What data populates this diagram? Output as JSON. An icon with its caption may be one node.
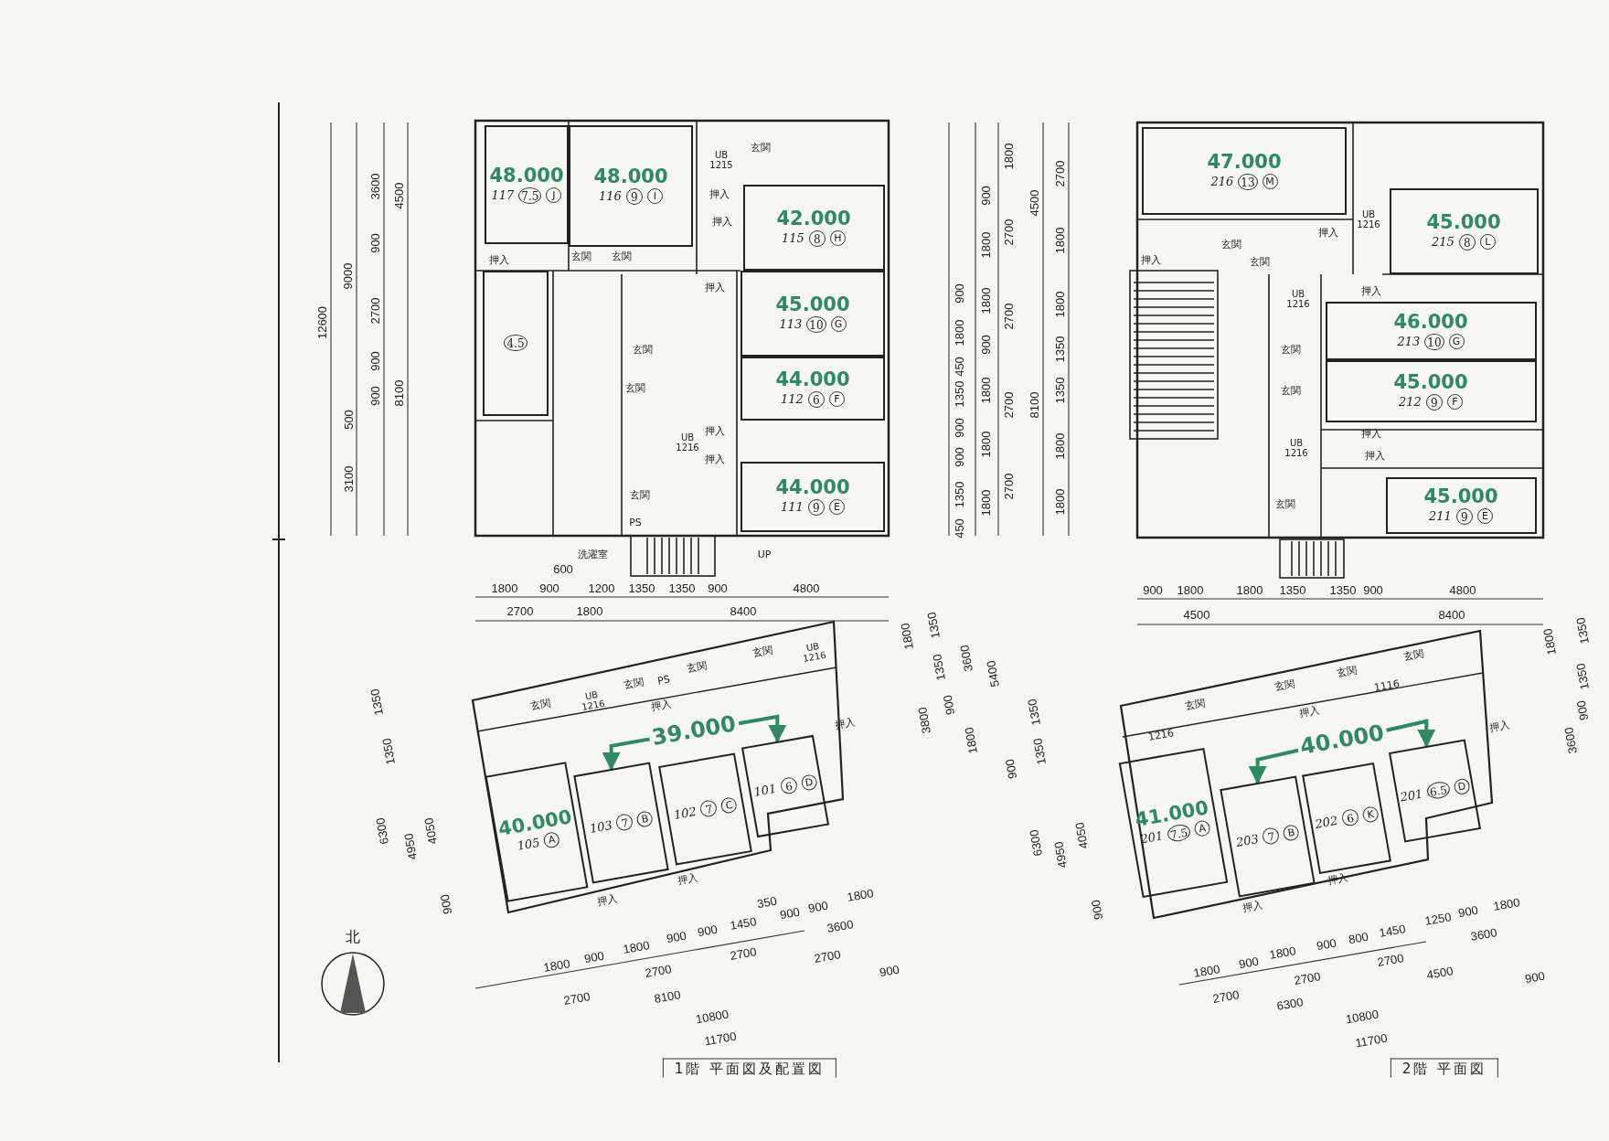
{
  "diagram": {
    "nodes": [
      {
        "text": [
          "48.000",
          "117",
          "7.5",
          "J"
        ]
      },
      {
        "text": [
          "4.5"
        ]
      },
      {
        "text": [
          "48.000",
          "116",
          "9",
          "I"
        ]
      },
      {
        "text": [
          "42.000",
          "115",
          "8",
          "H"
        ]
      },
      {
        "text": [
          "45.000",
          "113",
          "10",
          "G"
        ]
      },
      {
        "text": [
          "44.000",
          "112",
          "6",
          "F"
        ]
      },
      {
        "text": [
          "44.000",
          "111",
          "9",
          "E"
        ]
      },
      {
        "text": [
          "47.000",
          "216",
          "13",
          "M"
        ]
      },
      {
        "text": [
          "45.000",
          "215",
          "8",
          "L"
        ]
      },
      {
        "text": [
          "46.000",
          "213",
          "10",
          "G"
        ]
      },
      {
        "text": [
          "45.000",
          "212",
          "9",
          "F"
        ]
      },
      {
        "text": [
          "45.000",
          "211",
          "9",
          "E"
        ]
      },
      {
        "text": [
          "40.000",
          "105",
          "A"
        ]
      },
      {
        "text": [
          "103",
          "7",
          "B"
        ]
      },
      {
        "text": [
          "102",
          "7",
          "C"
        ]
      },
      {
        "text": [
          "101",
          "6",
          "D"
        ]
      },
      {
        "text": [
          "41.000",
          "201",
          "7.5",
          "A"
        ]
      },
      {
        "text": [
          "203",
          "7",
          "B"
        ]
      },
      {
        "text": [
          "202",
          "6",
          "K"
        ]
      },
      {
        "text": [
          "201",
          "6.5",
          "D"
        ]
      }
    ],
    "labels": [
      "12600",
      "9000",
      "500",
      "3100",
      "3600",
      "900",
      "2700",
      "900",
      "900",
      "4500",
      "8100",
      "1800",
      "900",
      "600",
      "1200",
      "1350",
      "1350",
      "900",
      "4800",
      "2700",
      "1800",
      "8400",
      "900",
      "1800",
      "450",
      "1350",
      "900",
      "900",
      "1350",
      "450",
      "900",
      "1800",
      "1800",
      "900",
      "1800",
      "1800",
      "1800",
      "1800",
      "2700",
      "2700",
      "2700",
      "2700",
      "4500",
      "8100",
      "2700",
      "1800",
      "1800",
      "1350",
      "1350",
      "1800",
      "1800",
      "900",
      "1800",
      "1800",
      "1350",
      "1350",
      "900",
      "4800",
      "4500",
      "8400",
      "UB 1215",
      "玄関",
      "押入",
      "押入",
      "押入",
      "玄関",
      "玄関",
      "押入",
      "玄関",
      "玄関",
      "UB 1216",
      "押入",
      "押入",
      "玄関",
      "PS",
      "洗濯室",
      "UP",
      "UB 1216",
      "UB 1216",
      "UB 1216",
      "押入",
      "玄関",
      "玄関",
      "押入",
      "押入",
      "玄関",
      "玄関",
      "押入",
      "押入",
      "玄関",
      "1350",
      "1350",
      "6300",
      "4950",
      "4050",
      "900",
      "1800",
      "1350",
      "1350",
      "3600",
      "5400",
      "900",
      "3800",
      "1800",
      "350",
      "900",
      "900",
      "1800",
      "1800",
      "900",
      "1800",
      "900",
      "900",
      "1450",
      "3600",
      "2700",
      "2700",
      "2700",
      "900",
      "2700",
      "8100",
      "10800",
      "11700",
      "UB 1216",
      "玄関",
      "玄関",
      "PS",
      "玄関",
      "玄関",
      "UB 1216",
      "押入",
      "押入",
      "押入",
      "押入",
      "1350",
      "1350",
      "6300",
      "4950",
      "4050",
      "900",
      "900",
      "1800",
      "1350",
      "1350",
      "900",
      "3600",
      "1250",
      "900",
      "1800",
      "1800",
      "900",
      "1800",
      "900",
      "800",
      "1450",
      "3600",
      "2700",
      "2700",
      "2700",
      "4500",
      "900",
      "6300",
      "10800",
      "11700",
      "1216",
      "玄関",
      "玄関",
      "押入",
      "玄関",
      "1116",
      "玄関",
      "押入",
      "押入",
      "押入",
      "北",
      "1階 平面図及配置図",
      "2階 平面図"
    ],
    "edges": [
      {
        "from": 13,
        "to": 15,
        "arrow": "both",
        "label": "39.000"
      },
      {
        "from": 17,
        "to": 19,
        "arrow": "both",
        "label": "40.000"
      }
    ]
  }
}
